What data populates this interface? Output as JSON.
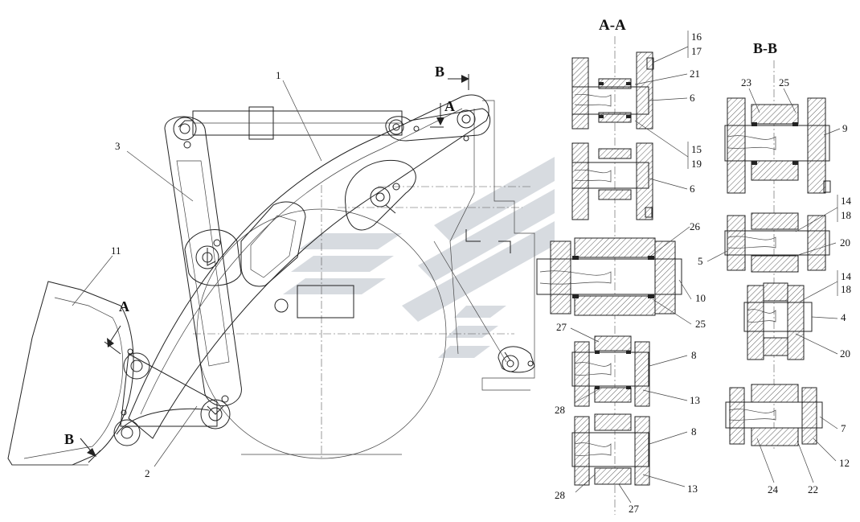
{
  "section_headers": {
    "aa": "А-А",
    "bb": "В-В"
  },
  "markers": {
    "a_top": "А",
    "a_bucket": "А",
    "b_top": "В",
    "b_bucket": "В"
  },
  "callouts": {
    "n1": "1",
    "n2": "2",
    "n3": "3",
    "n11": "11",
    "aa_16": "16",
    "aa_17": "17",
    "aa_21": "21",
    "aa_6a": "6",
    "aa_15": "15",
    "aa_19": "19",
    "aa_6b": "6",
    "aa_26": "26",
    "aa_10": "10",
    "aa_25": "25",
    "aa_27a": "27",
    "aa_8a": "8",
    "aa_28a": "28",
    "aa_13a": "13",
    "aa_8b": "8",
    "aa_28b": "28",
    "aa_13b": "13",
    "aa_27b": "27",
    "bb_23": "23",
    "bb_25": "25",
    "bb_9": "9",
    "bb_14a": "14",
    "bb_18a": "18",
    "bb_5": "5",
    "bb_20a": "20",
    "bb_14b": "14",
    "bb_18b": "18",
    "bb_4": "4",
    "bb_20b": "20",
    "bb_7": "7",
    "bb_12": "12",
    "bb_24": "24",
    "bb_22": "22"
  },
  "colors": {
    "line": "#222222",
    "watermark": "#c9cfd6"
  }
}
